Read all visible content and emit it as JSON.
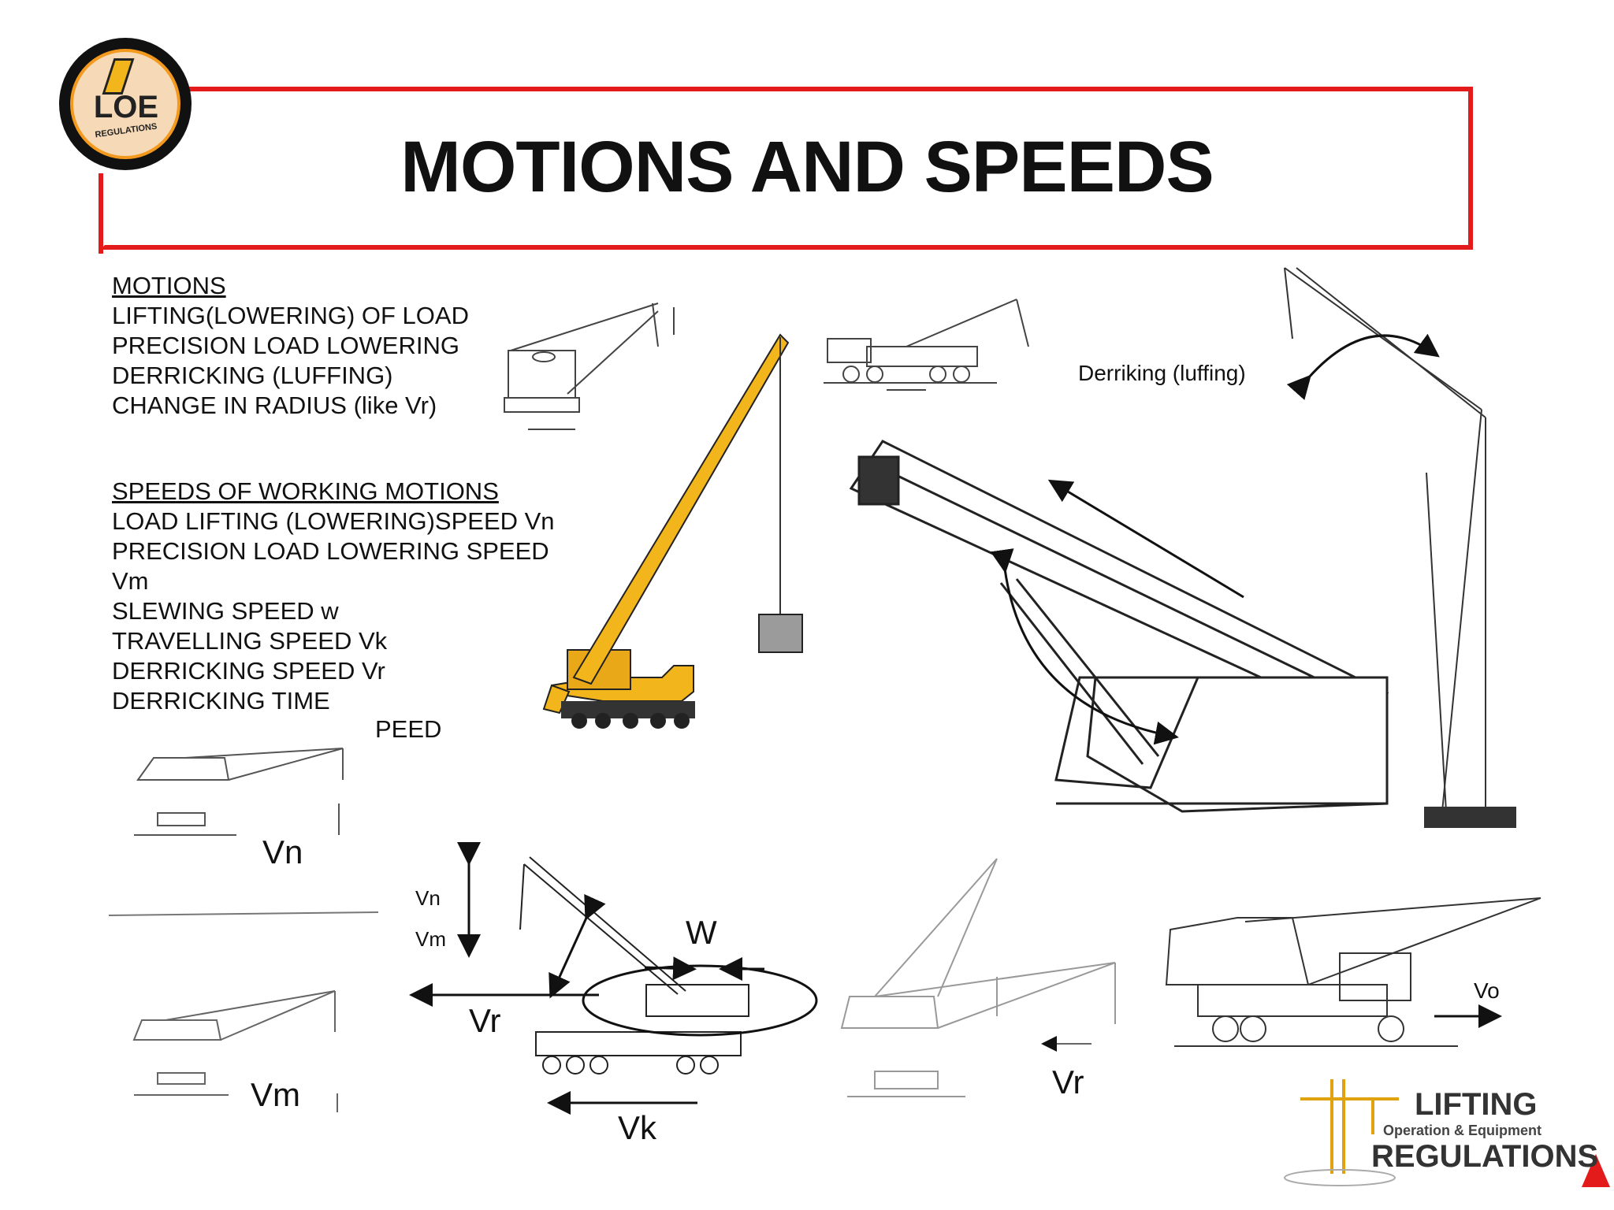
{
  "title": "MOTIONS AND SPEEDS",
  "motions": {
    "heading": "MOTIONS",
    "items": [
      "LIFTING(LOWERING) OF LOAD",
      "PRECISION LOAD LOWERING",
      "DERRICKING (LUFFING)",
      "CHANGE IN RADIUS (like Vr)"
    ]
  },
  "speeds": {
    "heading": "SPEEDS OF WORKING MOTIONS",
    "items": [
      "LOAD LIFTING (LOWERING)SPEED  Vn",
      "PRECISION LOAD LOWERING SPEED",
      "Vm",
      "SLEWING  SPEED w",
      "TRAVELLING SPEED Vk",
      "DERRICKING SPEED Vr",
      "DERRICKING TIME"
    ],
    "tail": "PEED"
  },
  "labels": {
    "derriking": "Derriking (luffing)",
    "vn_big": "Vn",
    "vm_big": "Vm",
    "vn_small": "Vn",
    "vm_small": "Vm",
    "w": "W",
    "vr_mid": "Vr",
    "vk": "Vk",
    "vr_right": "Vr",
    "vo": "Vo"
  },
  "logo_top": {
    "line1": "LOE",
    "line2": "REGULATIONS"
  },
  "logo_bottom": {
    "line1": "LIFTING",
    "line2": "Operation & Equipment",
    "line3": "REGULATIONS"
  },
  "colors": {
    "accent_red": "#e31b1b",
    "crane_yellow": "#f2b51c",
    "logo_orange": "#f39a1e"
  }
}
